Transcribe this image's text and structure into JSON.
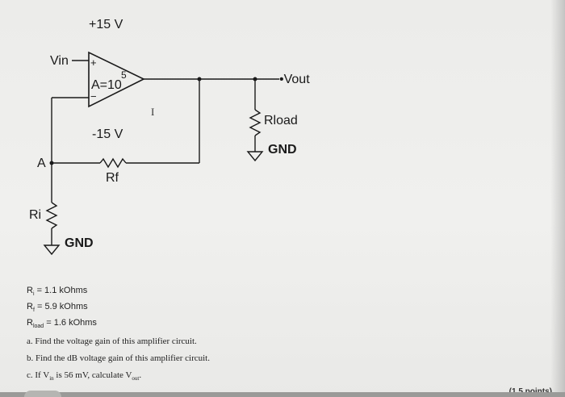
{
  "circuit": {
    "supply_pos": "+15 V",
    "supply_neg": "-15 V",
    "vin_label": "Vin",
    "plus_sign": "+",
    "minus_sign": "−",
    "gain_text": "A=10",
    "gain_exp": "5",
    "vout_label": "•Vout",
    "rload_label": "Rload",
    "gnd_right": "GND",
    "node_a": "A",
    "rf_label": "Rf",
    "ri_label": "Ri",
    "gnd_left": "GND",
    "cursor_glyph": "I"
  },
  "givens": [
    {
      "sym": "R",
      "sub": "i",
      "rest": " = 1.1 kOhms"
    },
    {
      "sym": "R",
      "sub": "f",
      "rest": " = 5.9 kOhms"
    },
    {
      "sym": "R",
      "sub": "load",
      "rest": " = 1.6 kOhms"
    }
  ],
  "questions": {
    "a": "a. Find the voltage gain of this amplifier circuit.",
    "b": "b. Find the dB voltage gain of this amplifier circuit.",
    "c_pre": "c. If V",
    "c_sub1": "in",
    "c_mid": " is 56 mV, calculate V",
    "c_sub2": "out",
    "c_post": "."
  },
  "points_label": "(1.5 points)"
}
